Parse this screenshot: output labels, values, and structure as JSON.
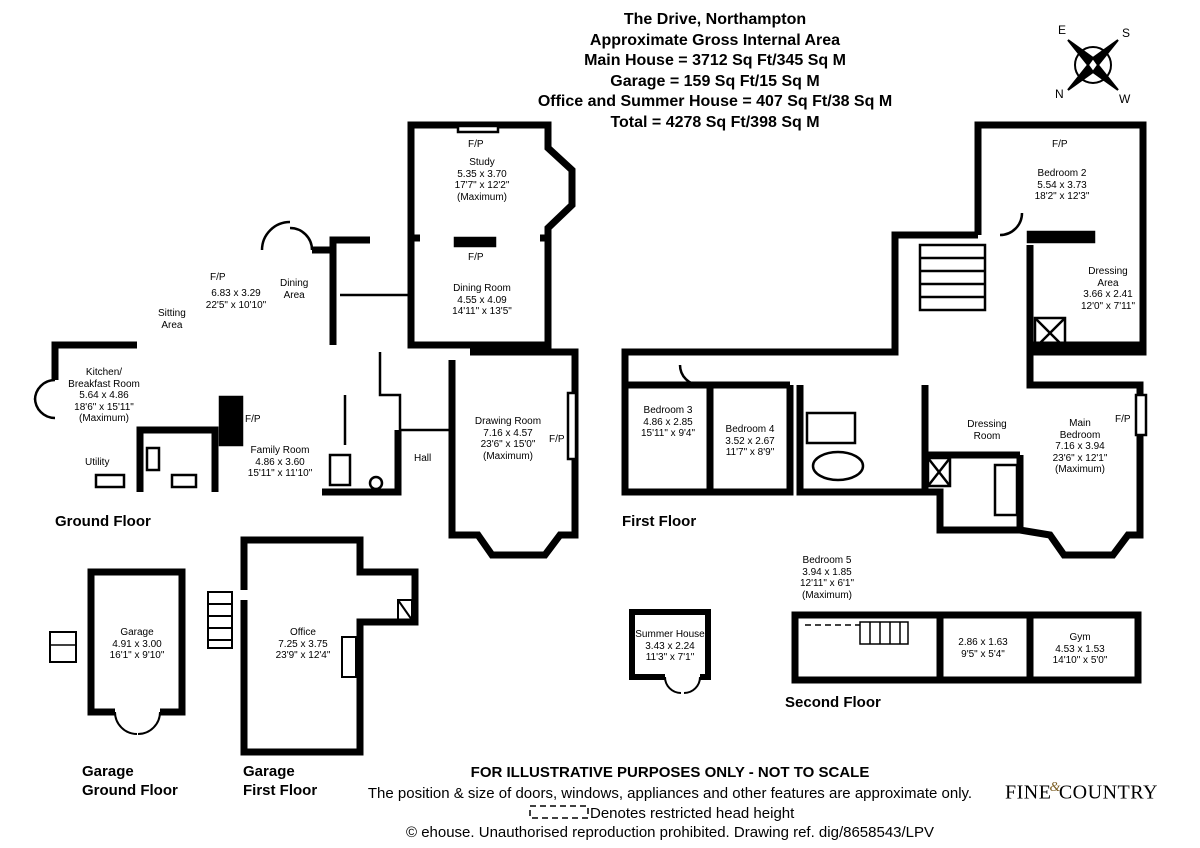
{
  "header": {
    "title": "The Drive, Northampton",
    "subtitle": "Approximate Gross Internal Area",
    "main_house": "Main House = 3712 Sq Ft/345 Sq M",
    "garage": "Garage = 159 Sq Ft/15 Sq M",
    "office": "Office and Summer House = 407 Sq Ft/38 Sq M",
    "total": "Total = 4278 Sq Ft/398 Sq M"
  },
  "compass": {
    "icon": "compass-icon",
    "e": "E",
    "s": "S",
    "n": "N",
    "w": "W"
  },
  "floors": {
    "ground": "Ground Floor",
    "first": "First Floor",
    "second": "Second Floor",
    "garage_ground_1": "Garage",
    "garage_ground_2": "Ground Floor",
    "garage_first_1": "Garage",
    "garage_first_2": "First Floor"
  },
  "rooms": {
    "study": {
      "name": "Study",
      "m": "5.35 x 3.70",
      "ft": "17'7\" x 12'2\"",
      "max": "(Maximum)"
    },
    "sitting_dining": {
      "m": "6.83 x 3.29",
      "ft": "22'5\" x 10'10\""
    },
    "dining_room": {
      "name": "Dining Room",
      "m": "4.55 x 4.09",
      "ft": "14'11\" x 13'5\""
    },
    "kitchen": {
      "name1": "Kitchen/",
      "name2": "Breakfast Room",
      "m": "5.64 x 4.86",
      "ft": "18'6\" x 15'11\"",
      "max": "(Maximum)"
    },
    "family_room": {
      "name": "Family Room",
      "m": "4.86 x 3.60",
      "ft": "15'11\" x 11'10\""
    },
    "drawing_room": {
      "name": "Drawing Room",
      "m": "7.16 x 4.57",
      "ft": "23'6\" x 15'0\"",
      "max": "(Maximum)"
    },
    "bedroom2": {
      "name": "Bedroom 2",
      "m": "5.54 x 3.73",
      "ft": "18'2\" x 12'3\""
    },
    "dressing_area": {
      "name1": "Dressing",
      "name2": "Area",
      "m": "3.66 x 2.41",
      "ft": "12'0\" x 7'11\""
    },
    "bedroom3": {
      "name": "Bedroom 3",
      "m": "4.86 x 2.85",
      "ft": "15'11\" x 9'4\""
    },
    "bedroom4": {
      "name": "Bedroom 4",
      "m": "3.52 x 2.67",
      "ft": "11'7\" x 8'9\""
    },
    "dressing_room": {
      "name1": "Dressing",
      "name2": "Room"
    },
    "main_bedroom": {
      "name1": "Main",
      "name2": "Bedroom",
      "m": "7.16 x 3.94",
      "ft": "23'6\" x 12'1\"",
      "max": "(Maximum)"
    },
    "bedroom5": {
      "name": "Bedroom 5",
      "m": "3.94 x 1.85",
      "ft": "12'11\" x 6'1\"",
      "max": "(Maximum)"
    },
    "attic_room": {
      "m": "2.86 x 1.63",
      "ft": "9'5\" x 5'4\""
    },
    "gym": {
      "name": "Gym",
      "m": "4.53 x 1.53",
      "ft": "14'10\" x 5'0\""
    },
    "summer_house": {
      "name": "Summer House",
      "m": "3.43 x 2.24",
      "ft": "11'3\" x 7'1\""
    },
    "garage": {
      "name": "Garage",
      "m": "4.91 x 3.00",
      "ft": "16'1\" x 9'10\""
    },
    "office": {
      "name": "Office",
      "m": "7.25 x 3.75",
      "ft": "23'9\" x 12'4\""
    }
  },
  "labels": {
    "fp": "F/P",
    "sitting": "Sitting",
    "sitting_area": "Area",
    "dining": "Dining",
    "dining_area": "Area",
    "utility": "Utility",
    "hall": "Hall"
  },
  "footer": {
    "disclaimer": "FOR ILLUSTRATIVE PURPOSES ONLY - NOT TO SCALE",
    "note": "The position & size of doors, windows, appliances and other features are approximate only.",
    "legend": "Denotes restricted head height",
    "copyright": "© ehouse. Unauthorised reproduction prohibited. Drawing ref. dig/8658543/LPV"
  },
  "brand": {
    "part1": "FINE",
    "amp": "&",
    "part2": "COUNTRY"
  }
}
